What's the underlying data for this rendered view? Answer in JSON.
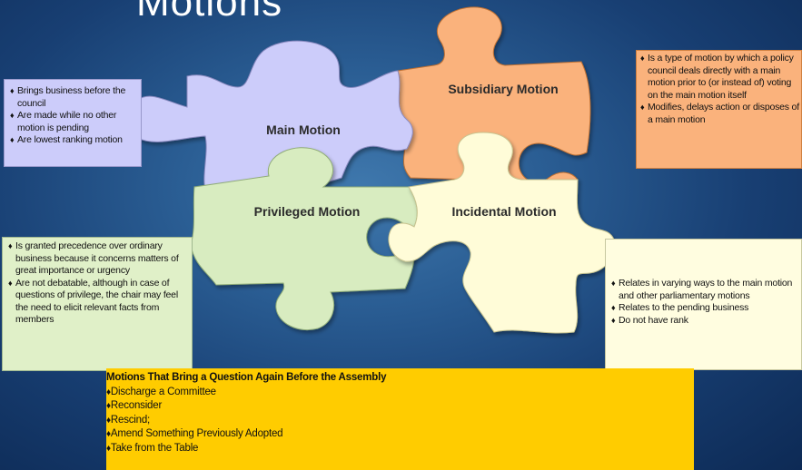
{
  "title": "Motions",
  "pieces": {
    "main": {
      "label": "Main Motion",
      "color": "#ccccfa"
    },
    "subsidiary": {
      "label": "Subsidiary Motion",
      "color": "#fab27c"
    },
    "privileged": {
      "label": "Privileged Motion",
      "color": "#d8ecc0"
    },
    "incidental": {
      "label": "Incidental Motion",
      "color": "#fffcd8"
    }
  },
  "main_box": {
    "items": [
      "Brings business before the council",
      "Are made while no other motion is pending",
      "Are lowest ranking  motion"
    ]
  },
  "subsidiary_box": {
    "items": [
      "Is a type of motion by which a policy council deals directly with a main motion prior to (or instead of) voting on the main motion itself",
      "Modifies, delays action or disposes of a main motion"
    ]
  },
  "privileged_box": {
    "items": [
      "Is granted precedence over ordinary business because it concerns matters of great importance or urgency",
      "Are not debatable, although in case of questions of privilege, the chair may feel the need to elicit relevant facts from members"
    ]
  },
  "incidental_box": {
    "items": [
      "Relates in varying ways to the main motion and other parliamentary motions",
      "Relates to the pending business",
      "Do not have rank"
    ]
  },
  "again_box": {
    "heading": "Motions That Bring a Question Again Before the Assembly",
    "items": [
      "Discharge a Committee",
      "Reconsider",
      "Rescind;",
      "Amend Something Previously Adopted",
      "Take from the Table"
    ]
  }
}
